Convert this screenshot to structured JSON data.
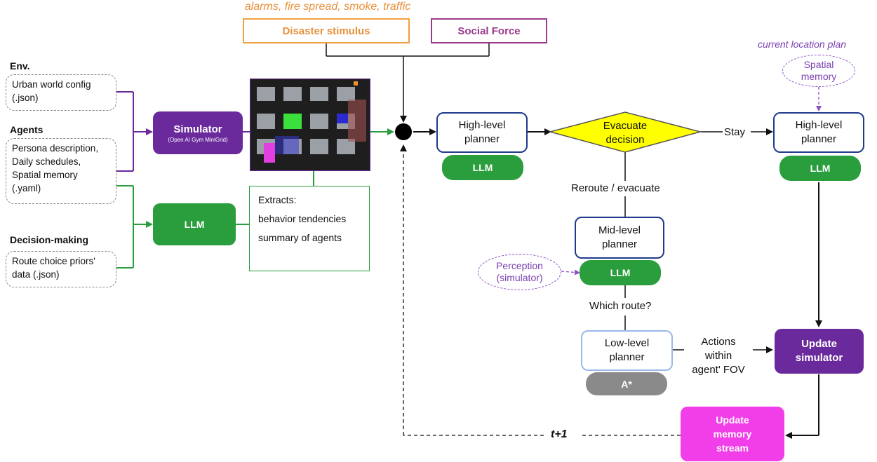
{
  "top": {
    "stimulus_caption": "alarms, fire spread, smoke, traffic",
    "disaster_stimulus": "Disaster stimulus",
    "social_force": "Social Force"
  },
  "inputs": {
    "env_title": "Env.",
    "env_text": [
      "Urban world config",
      "(.json)"
    ],
    "agents_title": "Agents",
    "agents_text": [
      "Persona description,",
      "Daily schedules,",
      "Spatial memory",
      "(.yaml)"
    ],
    "decision_title": "Decision-making",
    "decision_text": [
      "Route choice priors'",
      "data (.json)"
    ]
  },
  "simulator": {
    "title": "Simulator",
    "subtitle": "(Open AI Gym MiniGrid)"
  },
  "llm_label": "LLM",
  "extracts": {
    "title": "Extracts:",
    "line1": "behavior tendencies",
    "line2": "summary of agents"
  },
  "high_level_planner": [
    "High-level",
    "planner"
  ],
  "evacuate_decision": [
    "Evacuate",
    "decision"
  ],
  "stay_label": "Stay",
  "reroute_label": "Reroute / evacuate",
  "mid_level_planner": [
    "Mid-level",
    "planner"
  ],
  "perception": [
    "Perception",
    "(simulator)"
  ],
  "which_route": "Which route?",
  "low_level_planner": [
    "Low-level",
    "planner"
  ],
  "astar": "A*",
  "actions": [
    "Actions",
    "within",
    "agent' FOV"
  ],
  "current_location_plan": "current location plan",
  "spatial_memory": [
    "Spatial",
    "memory"
  ],
  "update_simulator": [
    "Update",
    "simulator"
  ],
  "update_memory": [
    "Update",
    "memory",
    "stream"
  ],
  "t_plus_1": "t+1",
  "colors": {
    "planner_border": "#203a8c",
    "llm_green": "#2a9d3c",
    "simulator_purple": "#6a2a9c",
    "decision_yellow": "#ffff00",
    "memory_magenta": "#f23ee8",
    "stimulus_orange": "#f0a03c",
    "social_force_purple": "#9a3a8c",
    "perception_purple": "#8a4fc3"
  }
}
